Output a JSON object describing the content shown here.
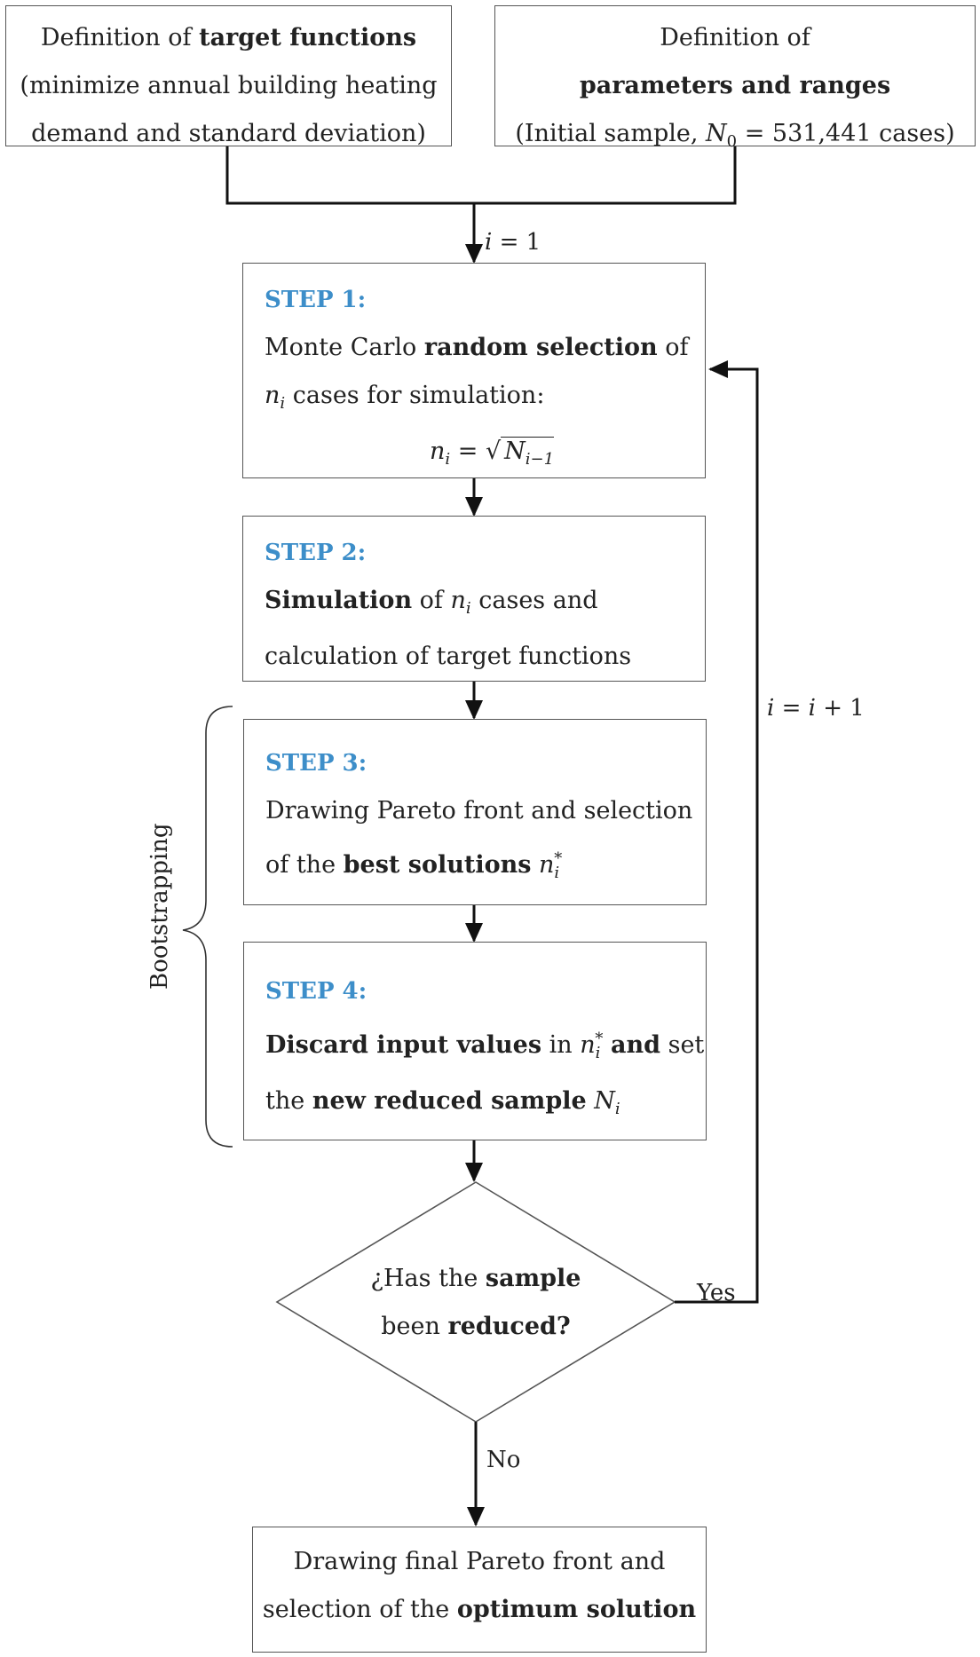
{
  "top_left": {
    "line1_prefix": "Definition of ",
    "line1_bold": "target functions",
    "line2": "(minimize annual building heating",
    "line3": "demand and standard deviation)"
  },
  "top_right": {
    "line1": "Definition of",
    "line2_bold": "parameters and ranges",
    "line3_prefix": "(Initial sample, ",
    "line3_math": "N",
    "line3_sub": "0",
    "line3_eq": " = 531,441",
    "line3_suffix": " cases)"
  },
  "edge_init": {
    "var": "i",
    "rest": " = 1"
  },
  "step1": {
    "title": "STEP 1:",
    "line1_prefix": "Monte Carlo ",
    "line1_bold": "random selection",
    "line1_suffix": " of",
    "line2_var": "n",
    "line2_sub": "i",
    "line2_rest": " cases for simulation:",
    "formula_lhs": "n",
    "formula_lhs_sub": "i",
    "formula_eq": " = ",
    "formula_root_var": "N",
    "formula_root_sub": "i−1"
  },
  "step2": {
    "title": "STEP 2:",
    "line1_bold": "Simulation",
    "line1_mid": " of ",
    "line1_var": "n",
    "line1_sub": "i",
    "line1_rest": " cases and",
    "line2": "calculation of target functions"
  },
  "step3": {
    "title": "STEP 3:",
    "line1": "Drawing Pareto front and selection",
    "line2_prefix": "of the ",
    "line2_bold": "best solutions",
    "line2_var": "n",
    "line2_sub": "i",
    "line2_sup": "*"
  },
  "step4": {
    "title": "STEP 4:",
    "line1_bold1": "Discard input values",
    "line1_mid": " in ",
    "line1_var": "n",
    "line1_sub": "i",
    "line1_sup": "*",
    "line1_bold2": "and",
    "line1_suffix": " set",
    "line2_prefix": "the ",
    "line2_bold": "new reduced sample",
    "line2_var": "N",
    "line2_sub": "i"
  },
  "decision": {
    "line1_prefix": "¿Has the ",
    "line1_bold": "sample",
    "line2_prefix": "been ",
    "line2_bold": "reduced?"
  },
  "edge_yes": "Yes",
  "edge_no": "No",
  "loop_label": {
    "var": "i",
    "eq": " = ",
    "var2": "i",
    "rest": " + 1"
  },
  "brace_label": "Bootstrapping",
  "final": {
    "line1": "Drawing final Pareto front and",
    "line2_prefix": "selection of the ",
    "line2_bold": "optimum solution"
  },
  "colors": {
    "step_title": "#3d8ec9",
    "border": "#555555",
    "line": "#111111"
  }
}
